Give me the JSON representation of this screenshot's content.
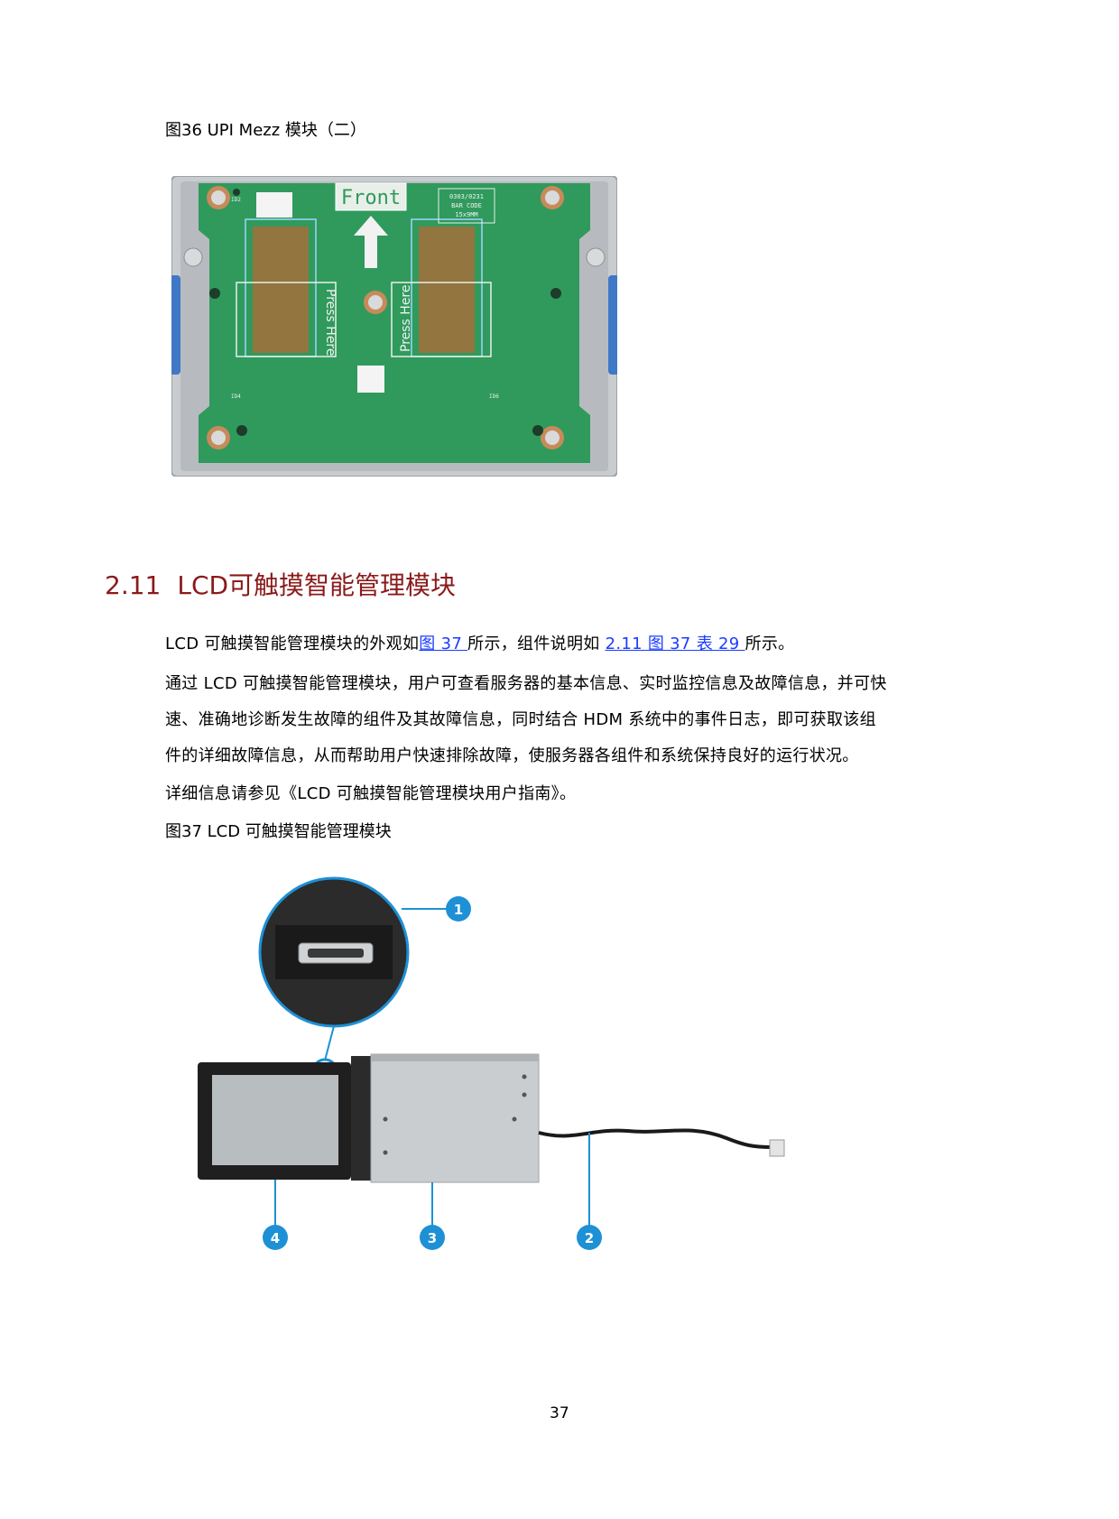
{
  "figure36": {
    "caption": "图36 UPI Mezz 模块（二）",
    "board": {
      "front_label": "Front",
      "left_press": "Press Here",
      "right_press": "Press Here",
      "barcode_lines": [
        "0303/0231",
        "BAR CODE",
        "15x9MM"
      ],
      "id_top_left": "ID2",
      "id_bottom_left": "ID4",
      "id_bottom_right": "ID6"
    }
  },
  "section": {
    "number": "2.11",
    "title": "LCD可触摸智能管理模块"
  },
  "body": {
    "p1_prefix": "LCD 可触摸智能管理模块的外观如",
    "p1_link1": "图 37 ",
    "p1_mid": "所示，组件说明如 ",
    "p1_link2": "2.11  图 37 表 29 ",
    "p1_suffix": "所示。",
    "p2_line1": "通过 LCD 可触摸智能管理模块，用户可查看服务器的基本信息、实时监控信息及故障信息，并可快",
    "p2_line2": "速、准确地诊断发生故障的组件及其故障信息，同时结合 HDM 系统中的事件日志，即可获取该组",
    "p2_line3": "件的详细故障信息，从而帮助用户快速排除故障，使服务器各组件和系统保持良好的运行状况。",
    "p3": "详细信息请参见《LCD 可触摸智能管理模块用户指南》。"
  },
  "figure37": {
    "caption": "图37 LCD 可触摸智能管理模块",
    "callouts": [
      "1",
      "2",
      "3",
      "4"
    ]
  },
  "page_number": "37",
  "colors": {
    "heading": "#8b1a1a",
    "link": "#1a3cff",
    "callout": "#1e90d6",
    "pcb": "#2f9a5c",
    "tray": "#c9cccf"
  }
}
